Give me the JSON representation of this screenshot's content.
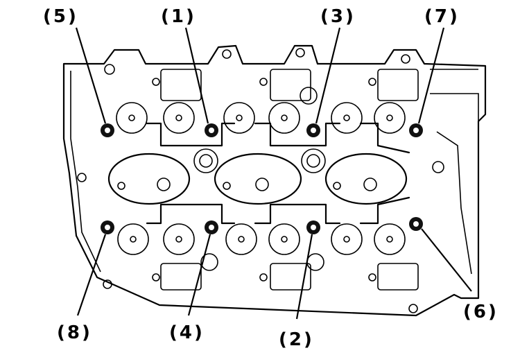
{
  "bolts": [
    {
      "label": "(1)"
    },
    {
      "label": "(2)"
    },
    {
      "label": "(3)"
    },
    {
      "label": "(4)"
    },
    {
      "label": "(5)"
    },
    {
      "label": "(6)"
    },
    {
      "label": "(7)"
    },
    {
      "label": "(8)"
    }
  ]
}
